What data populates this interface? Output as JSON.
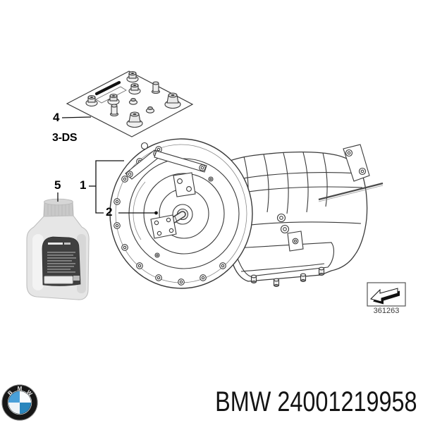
{
  "callouts": {
    "label_1": "1",
    "label_2": "2",
    "label_4": "4",
    "label_5": "5",
    "kit_code": "3-DS"
  },
  "stamp": {
    "code": "361263"
  },
  "footer": {
    "part_number": "BMW 24001219958",
    "logo_letters": [
      "B",
      "M",
      "W"
    ],
    "logo_blue_light": "#4aa0d9",
    "logo_blue_dark": "#2a86bd",
    "logo_ring": "#161616"
  },
  "artwork": {
    "line_color": "#3a3a3a",
    "part_names": {
      "kit": "transmission-gasket-kit",
      "bottle": "atf-oil-bottle",
      "main": "automatic-transmission",
      "detail": "torque-converter",
      "stamp_icon": "direction-arrow"
    }
  }
}
